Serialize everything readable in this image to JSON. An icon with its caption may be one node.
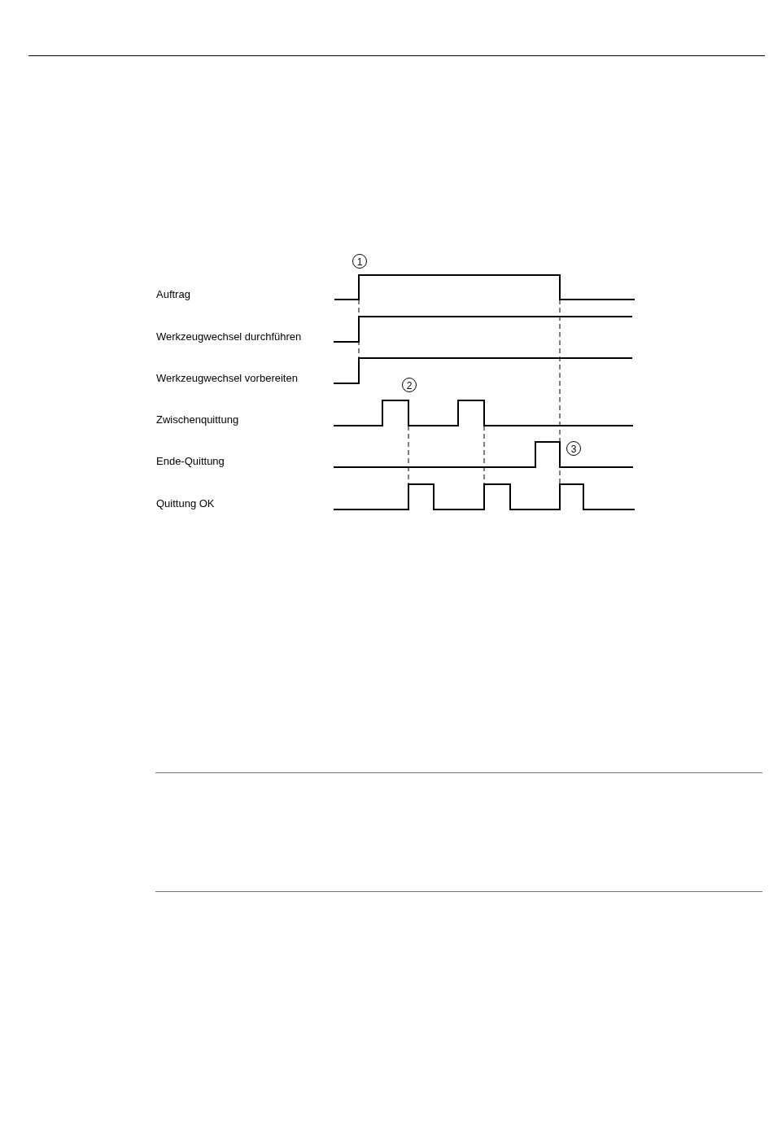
{
  "diagram": {
    "labels": [
      "Auftrag",
      "Werkzeugwechsel durchführen",
      "Werkzeugwechsel vorbereiten",
      "Zwischenquittung",
      "Ende-Quittung",
      "Quittung OK",
      "1",
      "2",
      "3"
    ]
  }
}
